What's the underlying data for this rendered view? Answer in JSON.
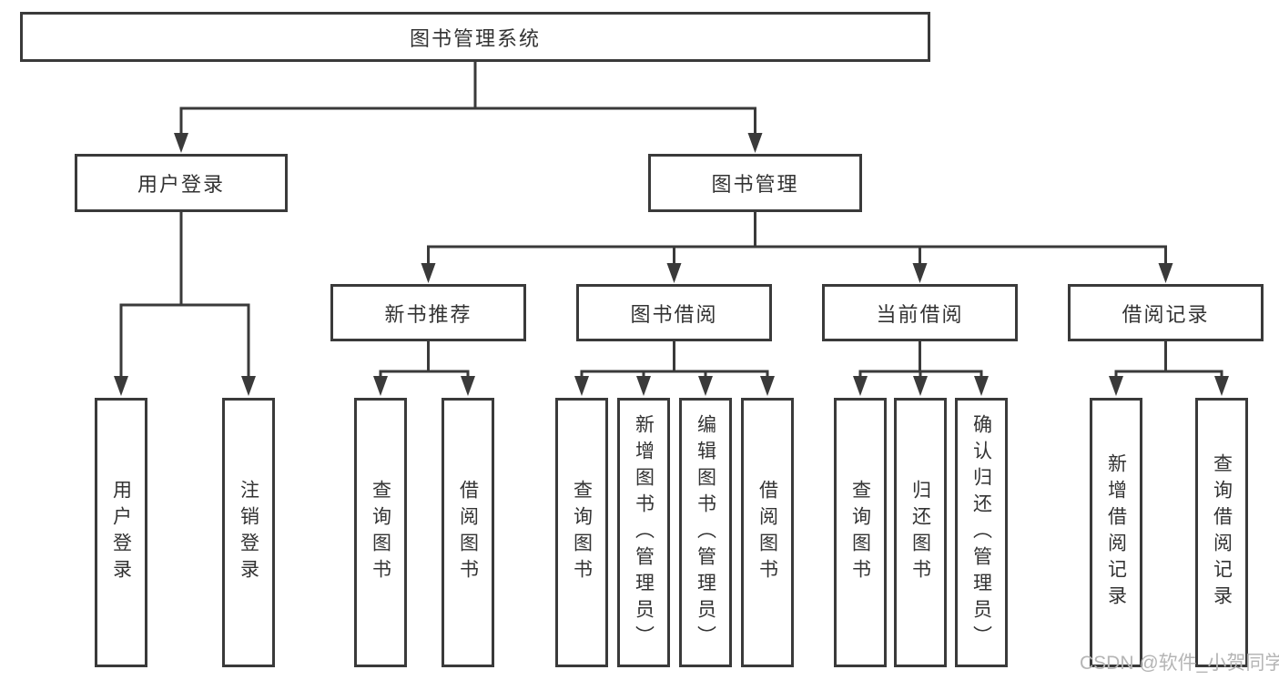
{
  "nodes": {
    "root": "图书管理系统",
    "l2_user_login": "用户登录",
    "l2_book_mgmt": "图书管理",
    "l3_new_book": "新书推荐",
    "l3_book_borrow": "图书借阅",
    "l3_current_borrow": "当前借阅",
    "l3_borrow_records": "借阅记录",
    "leaf_user_login": "用户登录",
    "leaf_logout": "注销登录",
    "leaf_nb_query": "查询图书",
    "leaf_nb_borrow": "借阅图书",
    "leaf_bb_query": "查询图书",
    "leaf_bb_add": "新增图书（管理员）",
    "leaf_bb_edit": "编辑图书（管理员）",
    "leaf_bb_borrow": "借阅图书",
    "leaf_cb_query": "查询图书",
    "leaf_cb_return": "归还图书",
    "leaf_cb_confirm": "确认归还（管理员）",
    "leaf_br_add": "新增借阅记录",
    "leaf_br_query": "查询借阅记录"
  },
  "hierarchy": {
    "图书管理系统": {
      "用户登录": [
        "用户登录",
        "注销登录"
      ],
      "图书管理": {
        "新书推荐": [
          "查询图书",
          "借阅图书"
        ],
        "图书借阅": [
          "查询图书",
          "新增图书（管理员）",
          "编辑图书（管理员）",
          "借阅图书"
        ],
        "当前借阅": [
          "查询图书",
          "归还图书",
          "确认归还（管理员）"
        ],
        "借阅记录": [
          "新增借阅记录",
          "查询借阅记录"
        ]
      }
    }
  },
  "watermark": "CSDN @软件_小贺同学",
  "colors": {
    "line": "#3a3a3a",
    "text": "#333333",
    "watermark": "#b5b5b5",
    "background": "#ffffff"
  }
}
